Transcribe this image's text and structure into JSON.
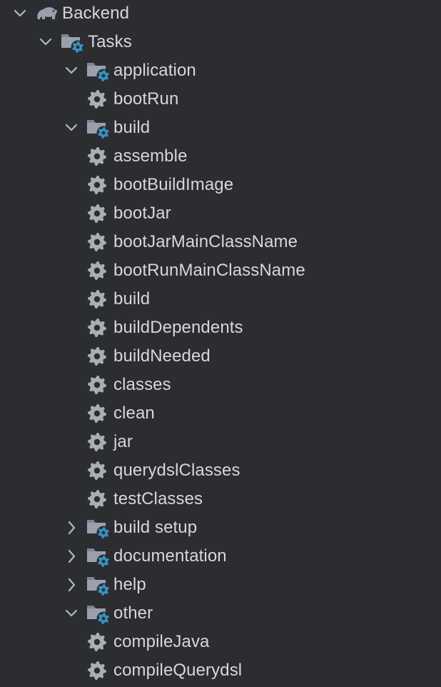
{
  "tree": {
    "root": {
      "label": "Backend",
      "icon": "gradle-elephant-icon",
      "expanded": true
    },
    "tasks_folder": {
      "label": "Tasks",
      "icon": "task-folder-icon",
      "expanded": true
    },
    "groups": [
      {
        "id": "application",
        "label": "application",
        "expanded": true,
        "tasks": [
          "bootRun"
        ]
      },
      {
        "id": "build",
        "label": "build",
        "expanded": true,
        "tasks": [
          "assemble",
          "bootBuildImage",
          "bootJar",
          "bootJarMainClassName",
          "bootRunMainClassName",
          "build",
          "buildDependents",
          "buildNeeded",
          "classes",
          "clean",
          "jar",
          "querydslClasses",
          "testClasses"
        ]
      },
      {
        "id": "build-setup",
        "label": "build setup",
        "expanded": false,
        "tasks": []
      },
      {
        "id": "documentation",
        "label": "documentation",
        "expanded": false,
        "tasks": []
      },
      {
        "id": "help",
        "label": "help",
        "expanded": false,
        "tasks": []
      },
      {
        "id": "other",
        "label": "other",
        "expanded": true,
        "tasks": [
          "compileJava",
          "compileQuerydsl"
        ]
      }
    ]
  },
  "colors": {
    "background": "#2b2d30",
    "text": "#d6d7dc",
    "chevron": "#b4b8bf",
    "folder": "#9aa1ad",
    "folder_back": "#7f8590",
    "gear_badge": "#3592c4",
    "task_gear": "#a9adb4",
    "elephant": "#9aa1ad"
  }
}
